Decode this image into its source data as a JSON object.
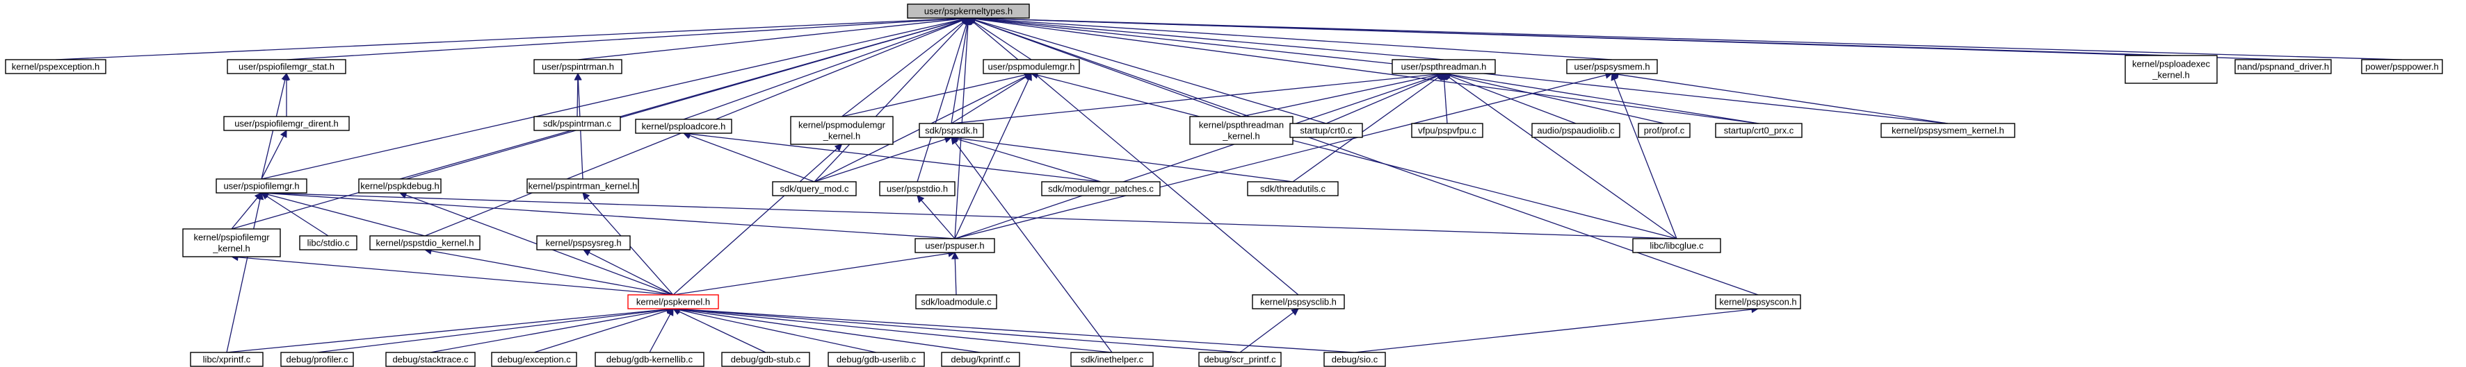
{
  "colors": {
    "edge": "#191970",
    "root_fill": "#bfbfbf",
    "highlight_border": "#ff0000"
  },
  "nodes": [
    {
      "id": "root",
      "lines": [
        "user/pspkerneltypes.h"
      ],
      "style": "root"
    },
    {
      "id": "exc",
      "lines": [
        "kernel/pspexception.h"
      ]
    },
    {
      "id": "iostat",
      "lines": [
        "user/pspiofilemgr_stat.h"
      ]
    },
    {
      "id": "iodirent",
      "lines": [
        "user/pspiofilemgr_dirent.h"
      ]
    },
    {
      "id": "iofile",
      "lines": [
        "user/pspiofilemgr.h"
      ]
    },
    {
      "id": "iokern",
      "lines": [
        "kernel/pspiofilemgr",
        "_kernel.h"
      ]
    },
    {
      "id": "stdio",
      "lines": [
        "libc/stdio.c"
      ]
    },
    {
      "id": "stdiok",
      "lines": [
        "kernel/pspstdio_kernel.h"
      ]
    },
    {
      "id": "debug",
      "lines": [
        "kernel/pspkdebug.h"
      ]
    },
    {
      "id": "intrman",
      "lines": [
        "user/pspintrman.h"
      ]
    },
    {
      "id": "intrmanc",
      "lines": [
        "sdk/pspintrman.c"
      ]
    },
    {
      "id": "intrmank",
      "lines": [
        "kernel/pspintrman_kernel.h"
      ]
    },
    {
      "id": "sysreg",
      "lines": [
        "kernel/pspsysreg.h"
      ]
    },
    {
      "id": "loadcore",
      "lines": [
        "kernel/psploadcore.h"
      ]
    },
    {
      "id": "modmgr",
      "lines": [
        "user/pspmodulemgr.h"
      ]
    },
    {
      "id": "modmgrk",
      "lines": [
        "kernel/pspmodulemgr",
        "_kernel.h"
      ]
    },
    {
      "id": "pspsdk",
      "lines": [
        "sdk/pspsdk.h"
      ]
    },
    {
      "id": "querymod",
      "lines": [
        "sdk/query_mod.c"
      ]
    },
    {
      "id": "pspstdio",
      "lines": [
        "user/pspstdio.h"
      ]
    },
    {
      "id": "modpatch",
      "lines": [
        "sdk/modulemgr_patches.c"
      ]
    },
    {
      "id": "pspuser",
      "lines": [
        "user/pspuser.h"
      ]
    },
    {
      "id": "loadmodule",
      "lines": [
        "sdk/loadmodule.c"
      ]
    },
    {
      "id": "pspkernel",
      "lines": [
        "kernel/pspkernel.h"
      ],
      "style": "highlight"
    },
    {
      "id": "thread",
      "lines": [
        "user/pspthreadman.h"
      ]
    },
    {
      "id": "threadk",
      "lines": [
        "kernel/pspthreadman",
        "_kernel.h"
      ]
    },
    {
      "id": "crt0",
      "lines": [
        "startup/crt0.c"
      ]
    },
    {
      "id": "vfpu",
      "lines": [
        "vfpu/pspvfpu.c"
      ]
    },
    {
      "id": "audiolib",
      "lines": [
        "audio/pspaudiolib.c"
      ]
    },
    {
      "id": "prof",
      "lines": [
        "prof/prof.c"
      ]
    },
    {
      "id": "threadutils",
      "lines": [
        "sdk/threadutils.c"
      ]
    },
    {
      "id": "crt0prx",
      "lines": [
        "startup/crt0_prx.c"
      ]
    },
    {
      "id": "sysmem",
      "lines": [
        "user/pspsysmem.h"
      ]
    },
    {
      "id": "sysmemk",
      "lines": [
        "kernel/pspsysmem_kernel.h"
      ]
    },
    {
      "id": "libglue",
      "lines": [
        "libc/libcglue.c"
      ]
    },
    {
      "id": "loadexec",
      "lines": [
        "kernel/psploadexec",
        "_kernel.h"
      ]
    },
    {
      "id": "nand",
      "lines": [
        "nand/pspnand_driver.h"
      ]
    },
    {
      "id": "power",
      "lines": [
        "power/psppower.h"
      ]
    },
    {
      "id": "sysclib",
      "lines": [
        "kernel/pspsysclib.h"
      ]
    },
    {
      "id": "syscon",
      "lines": [
        "kernel/pspsyscon.h"
      ]
    },
    {
      "id": "xprintf",
      "lines": [
        "libc/xprintf.c"
      ]
    },
    {
      "id": "profiler",
      "lines": [
        "debug/profiler.c"
      ]
    },
    {
      "id": "stacktrace",
      "lines": [
        "debug/stacktrace.c"
      ]
    },
    {
      "id": "exceptionc",
      "lines": [
        "debug/exception.c"
      ]
    },
    {
      "id": "gdbkern",
      "lines": [
        "debug/gdb-kernellib.c"
      ]
    },
    {
      "id": "gdbstub",
      "lines": [
        "debug/gdb-stub.c"
      ]
    },
    {
      "id": "gdbuser",
      "lines": [
        "debug/gdb-userlib.c"
      ]
    },
    {
      "id": "kprintf",
      "lines": [
        "debug/kprintf.c"
      ]
    },
    {
      "id": "inethelper",
      "lines": [
        "sdk/inethelper.c"
      ]
    },
    {
      "id": "scrprintf",
      "lines": [
        "debug/scr_printf.c"
      ]
    },
    {
      "id": "sio",
      "lines": [
        "debug/sio.c"
      ]
    }
  ],
  "edges": [
    [
      "exc",
      "root"
    ],
    [
      "iostat",
      "root"
    ],
    [
      "iofile",
      "root"
    ],
    [
      "iokern",
      "root"
    ],
    [
      "stdiok",
      "root"
    ],
    [
      "debug",
      "root"
    ],
    [
      "intrman",
      "root"
    ],
    [
      "loadcore",
      "root"
    ],
    [
      "modmgr",
      "root"
    ],
    [
      "modmgrk",
      "root"
    ],
    [
      "pspsdk",
      "root"
    ],
    [
      "querymod",
      "root"
    ],
    [
      "pspstdio",
      "root"
    ],
    [
      "pspuser",
      "root"
    ],
    [
      "thread",
      "root"
    ],
    [
      "threadk",
      "root"
    ],
    [
      "crt0",
      "root"
    ],
    [
      "crt0prx",
      "root"
    ],
    [
      "sysmem",
      "root"
    ],
    [
      "sysmemk",
      "root"
    ],
    [
      "loadexec",
      "root"
    ],
    [
      "nand",
      "root"
    ],
    [
      "power",
      "root"
    ],
    [
      "sysclib",
      "root"
    ],
    [
      "syscon",
      "root"
    ],
    [
      "iodirent",
      "iostat"
    ],
    [
      "iofile",
      "iostat"
    ],
    [
      "iofile",
      "iodirent"
    ],
    [
      "iokern",
      "iofile"
    ],
    [
      "stdio",
      "iofile"
    ],
    [
      "stdiok",
      "iofile"
    ],
    [
      "pspuser",
      "iofile"
    ],
    [
      "libglue",
      "iofile"
    ],
    [
      "xprintf",
      "iofile"
    ],
    [
      "intrmanc",
      "intrman"
    ],
    [
      "intrmank",
      "intrman"
    ],
    [
      "querymod",
      "loadcore"
    ],
    [
      "modpatch",
      "loadcore"
    ],
    [
      "modmgrk",
      "modmgr"
    ],
    [
      "pspsdk",
      "modmgr"
    ],
    [
      "querymod",
      "modmgr"
    ],
    [
      "pspuser",
      "modmgr"
    ],
    [
      "libglue",
      "modmgr"
    ],
    [
      "querymod",
      "pspsdk"
    ],
    [
      "modpatch",
      "pspsdk"
    ],
    [
      "threadutils",
      "pspsdk"
    ],
    [
      "inethelper",
      "pspsdk"
    ],
    [
      "pspuser",
      "pspstdio"
    ],
    [
      "pspsdk",
      "thread"
    ],
    [
      "threadk",
      "thread"
    ],
    [
      "crt0",
      "thread"
    ],
    [
      "vfpu",
      "thread"
    ],
    [
      "audiolib",
      "thread"
    ],
    [
      "prof",
      "thread"
    ],
    [
      "threadutils",
      "thread"
    ],
    [
      "crt0prx",
      "thread"
    ],
    [
      "pspuser",
      "thread"
    ],
    [
      "libglue",
      "thread"
    ],
    [
      "sysmemk",
      "sysmem"
    ],
    [
      "pspuser",
      "sysmem"
    ],
    [
      "libglue",
      "sysmem"
    ],
    [
      "loadmodule",
      "pspuser"
    ],
    [
      "pspkernel",
      "pspuser"
    ],
    [
      "pspkernel",
      "iokern"
    ],
    [
      "pspkernel",
      "stdiok"
    ],
    [
      "pspkernel",
      "debug"
    ],
    [
      "pspkernel",
      "intrmank"
    ],
    [
      "pspkernel",
      "sysreg"
    ],
    [
      "pspkernel",
      "modmgrk"
    ],
    [
      "xprintf",
      "pspkernel"
    ],
    [
      "profiler",
      "pspkernel"
    ],
    [
      "stacktrace",
      "pspkernel"
    ],
    [
      "exceptionc",
      "pspkernel"
    ],
    [
      "gdbkern",
      "pspkernel"
    ],
    [
      "gdbstub",
      "pspkernel"
    ],
    [
      "gdbuser",
      "pspkernel"
    ],
    [
      "kprintf",
      "pspkernel"
    ],
    [
      "inethelper",
      "pspkernel"
    ],
    [
      "scrprintf",
      "pspkernel"
    ],
    [
      "sio",
      "pspkernel"
    ],
    [
      "scrprintf",
      "sysclib"
    ],
    [
      "sio",
      "syscon"
    ]
  ]
}
